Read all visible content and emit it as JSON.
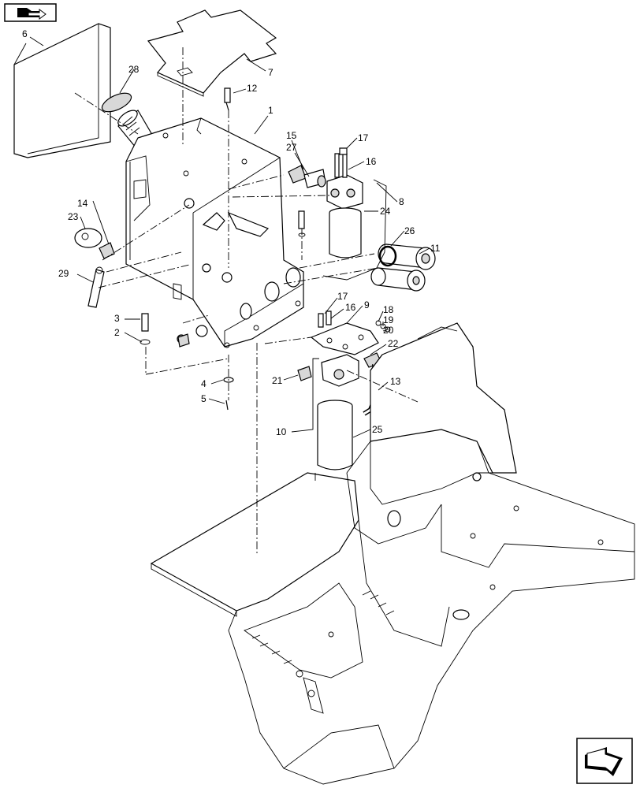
{
  "diagram": {
    "callouts": [
      {
        "id": "c1",
        "label": "1"
      },
      {
        "id": "c2",
        "label": "2"
      },
      {
        "id": "c3",
        "label": "3"
      },
      {
        "id": "c4",
        "label": "4"
      },
      {
        "id": "c5",
        "label": "5"
      },
      {
        "id": "c6",
        "label": "6"
      },
      {
        "id": "c7",
        "label": "7"
      },
      {
        "id": "c8",
        "label": "8"
      },
      {
        "id": "c9",
        "label": "9"
      },
      {
        "id": "c10",
        "label": "10"
      },
      {
        "id": "c11",
        "label": "11"
      },
      {
        "id": "c12",
        "label": "12"
      },
      {
        "id": "c13",
        "label": "13"
      },
      {
        "id": "c14",
        "label": "14"
      },
      {
        "id": "c15",
        "label": "15"
      },
      {
        "id": "c16a",
        "label": "16"
      },
      {
        "id": "c16b",
        "label": "16"
      },
      {
        "id": "c17a",
        "label": "17"
      },
      {
        "id": "c17b",
        "label": "17"
      },
      {
        "id": "c18",
        "label": "18"
      },
      {
        "id": "c19",
        "label": "19"
      },
      {
        "id": "c20",
        "label": "20"
      },
      {
        "id": "c21",
        "label": "21"
      },
      {
        "id": "c22",
        "label": "22"
      },
      {
        "id": "c23",
        "label": "23"
      },
      {
        "id": "c24",
        "label": "24"
      },
      {
        "id": "c25",
        "label": "25"
      },
      {
        "id": "c26",
        "label": "26"
      },
      {
        "id": "c27",
        "label": "27"
      },
      {
        "id": "c28",
        "label": "28"
      },
      {
        "id": "c29",
        "label": "29"
      }
    ],
    "icons": {
      "top_left": "book-arrow-icon",
      "bottom_right": "next-page-arrow-icon"
    }
  }
}
